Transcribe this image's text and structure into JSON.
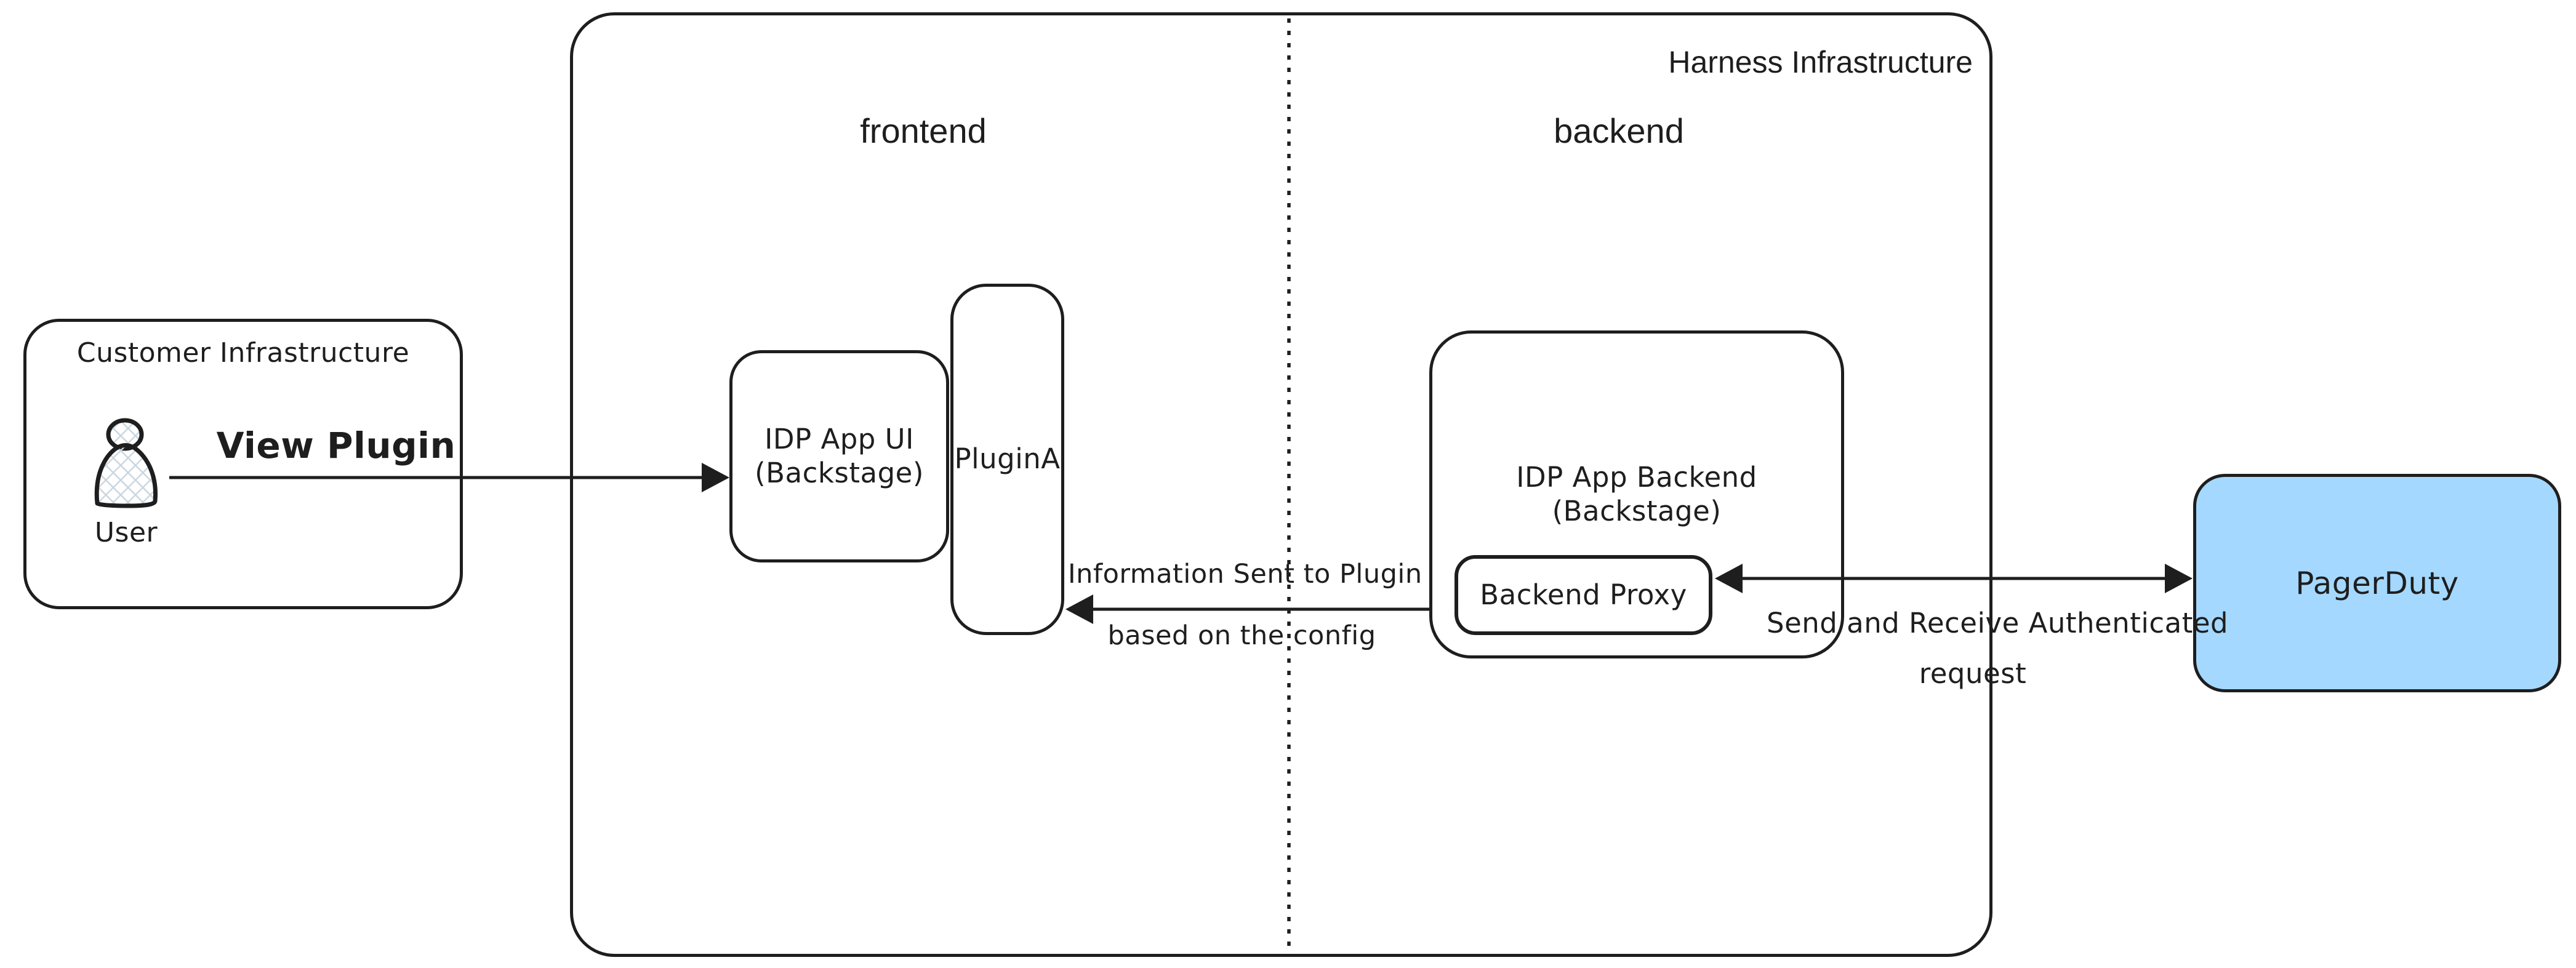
{
  "colors": {
    "stroke": "#1e1e1e",
    "pagerduty_fill": "#a5d8ff",
    "hatch_fill": "#c9d6df"
  },
  "containers": {
    "harness": {
      "label": "Harness Infrastructure",
      "frontend_section": "frontend",
      "backend_section": "backend"
    },
    "customer": {
      "label": "Customer Infrastructure"
    }
  },
  "nodes": {
    "user": {
      "label": "User",
      "icon": "user-icon"
    },
    "idp_app_ui": {
      "line1": "IDP App UI",
      "line2": "(Backstage)"
    },
    "plugin_a": {
      "label": "PluginA"
    },
    "idp_app_backend": {
      "line1": "IDP App Backend",
      "line2": "(Backstage)"
    },
    "backend_proxy": {
      "label": "Backend Proxy"
    },
    "pagerduty": {
      "label": "PagerDuty"
    }
  },
  "edges": {
    "view_plugin": {
      "label": "View Plugin",
      "direction": "right"
    },
    "info_sent": {
      "line1": "Information Sent to Plugin",
      "line2": "based on the config",
      "direction": "left"
    },
    "auth_request": {
      "line1": "Send and Receive Authenticated",
      "line2": "request",
      "direction": "both"
    }
  }
}
